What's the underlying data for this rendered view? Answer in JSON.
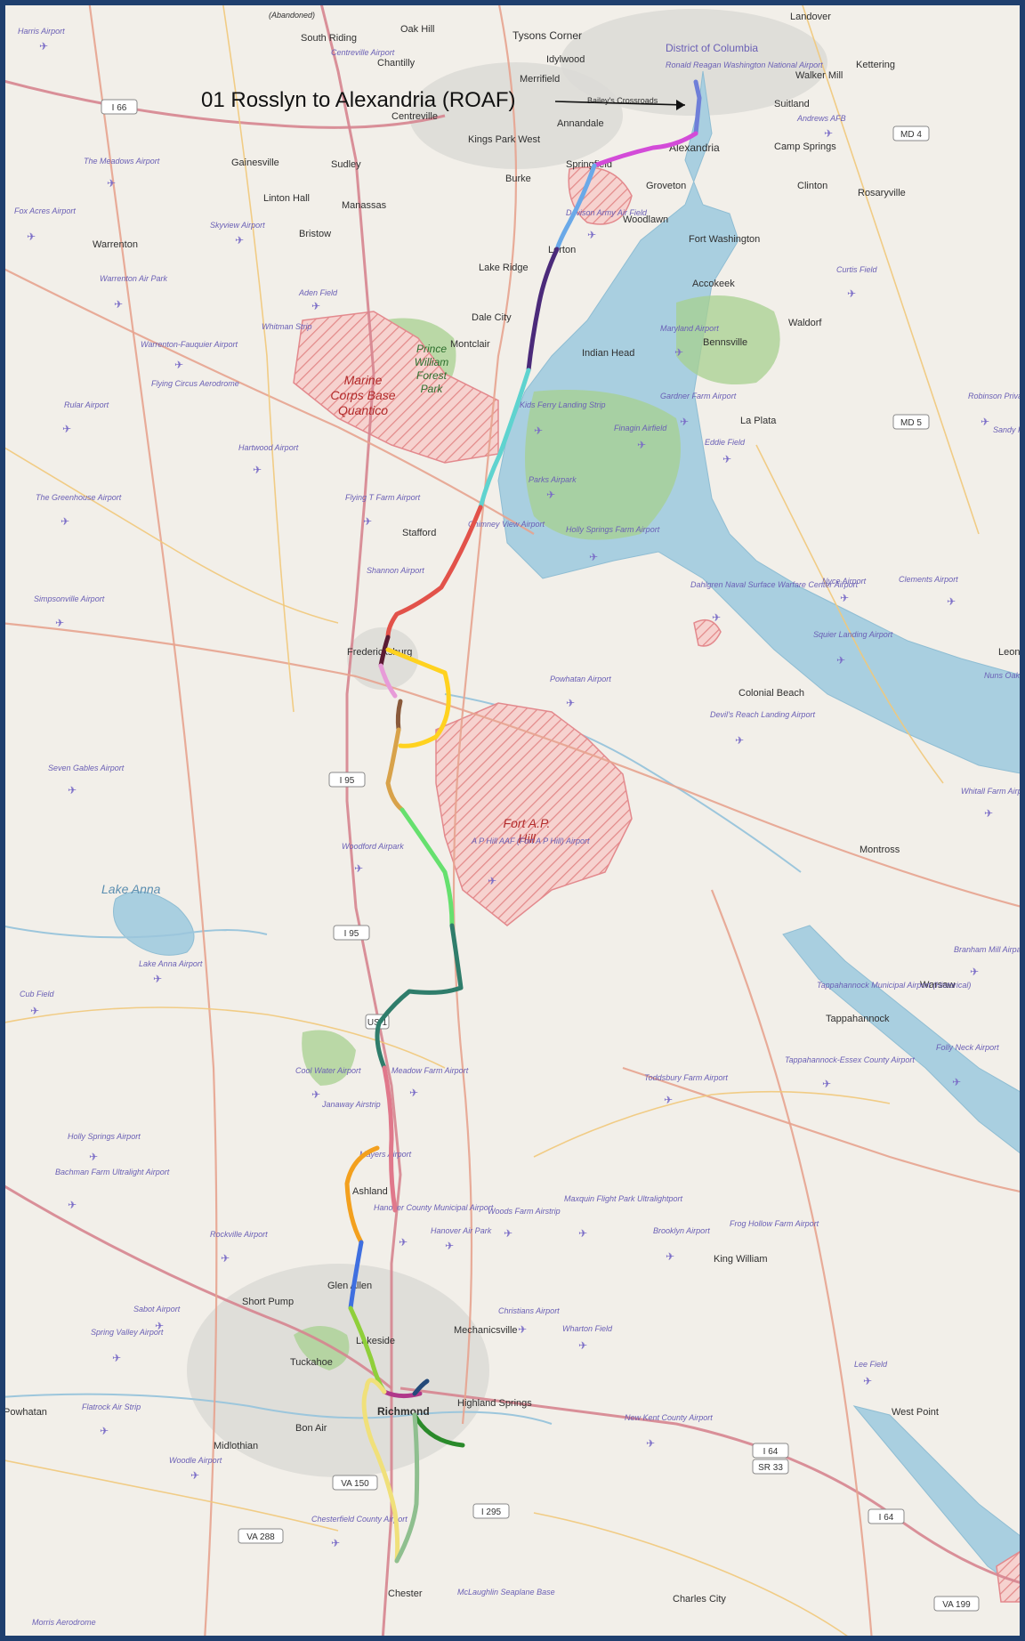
{
  "callout": "01 Rosslyn to Alexandria (ROAF)",
  "colors": {
    "frame": "#1f3f6e",
    "land": "#f2efe9",
    "water": "#a9cfe0",
    "park": "#a7d08f",
    "restricted": "#e3898d",
    "airport": "#7a6cc7"
  },
  "places": [
    {
      "name": "Oak Hill"
    },
    {
      "name": "Tysons Corner"
    },
    {
      "name": "South Riding"
    },
    {
      "name": "Chantilly"
    },
    {
      "name": "Idylwood"
    },
    {
      "name": "Merrifield"
    },
    {
      "name": "District of Columbia"
    },
    {
      "name": "Landover"
    },
    {
      "name": "Walker Mill"
    },
    {
      "name": "Kettering"
    },
    {
      "name": "Suitland"
    },
    {
      "name": "Centreville"
    },
    {
      "name": "Annandale"
    },
    {
      "name": "Kings Park West"
    },
    {
      "name": "Alexandria"
    },
    {
      "name": "Camp Springs"
    },
    {
      "name": "Gainesville"
    },
    {
      "name": "Sudley"
    },
    {
      "name": "Springfield"
    },
    {
      "name": "Burke"
    },
    {
      "name": "Groveton"
    },
    {
      "name": "Clinton"
    },
    {
      "name": "Rosaryville"
    },
    {
      "name": "Linton Hall"
    },
    {
      "name": "Manassas"
    },
    {
      "name": "Woodlawn"
    },
    {
      "name": "Bristow"
    },
    {
      "name": "Warrenton"
    },
    {
      "name": "Lorton"
    },
    {
      "name": "Fort Washington"
    },
    {
      "name": "Lake Ridge"
    },
    {
      "name": "Accokeek"
    },
    {
      "name": "Dale City"
    },
    {
      "name": "Waldorf"
    },
    {
      "name": "Montclair"
    },
    {
      "name": "Indian Head"
    },
    {
      "name": "Bennsville"
    },
    {
      "name": "La Plata"
    },
    {
      "name": "Stafford"
    },
    {
      "name": "Fredericksburg"
    },
    {
      "name": "Colonial Beach"
    },
    {
      "name": "Montross"
    },
    {
      "name": "Warsaw"
    },
    {
      "name": "Tappahannock"
    },
    {
      "name": "Leona"
    },
    {
      "name": "Ashland"
    },
    {
      "name": "Glen Allen"
    },
    {
      "name": "Short Pump"
    },
    {
      "name": "Mechanicsville"
    },
    {
      "name": "King William"
    },
    {
      "name": "Lakeside"
    },
    {
      "name": "Tuckahoe"
    },
    {
      "name": "Highland Springs"
    },
    {
      "name": "Richmond"
    },
    {
      "name": "Bon Air"
    },
    {
      "name": "Midlothian"
    },
    {
      "name": "West Point"
    },
    {
      "name": "Chester"
    },
    {
      "name": "Charles City"
    },
    {
      "name": "Powhatan"
    }
  ],
  "airports": [
    {
      "name": "Harris Airport"
    },
    {
      "name": "Centreville Airport"
    },
    {
      "name": "The Meadows Airport"
    },
    {
      "name": "Fox Acres Airport"
    },
    {
      "name": "Skyview Airport"
    },
    {
      "name": "Warrenton Air Park"
    },
    {
      "name": "Aden Field"
    },
    {
      "name": "Whitman Strip"
    },
    {
      "name": "Warrenton-Fauquier Airport"
    },
    {
      "name": "Flying Circus Aerodrome"
    },
    {
      "name": "Rular Airport"
    },
    {
      "name": "Hartwood Airport"
    },
    {
      "name": "The Greenhouse Airport"
    },
    {
      "name": "Flying T Farm Airport"
    },
    {
      "name": "Shannon Airport"
    },
    {
      "name": "Simpsonville Airport"
    },
    {
      "name": "Seven Gables Airport"
    },
    {
      "name": "Woodford Airpark"
    },
    {
      "name": "Lake Anna Airport"
    },
    {
      "name": "Cub Field"
    },
    {
      "name": "Cool Water Airport"
    },
    {
      "name": "Janaway Airstrip"
    },
    {
      "name": "Meadow Farm Airport"
    },
    {
      "name": "Holly Springs Airport"
    },
    {
      "name": "Bachman Farm Ultralight Airport"
    },
    {
      "name": "Rockville Airport"
    },
    {
      "name": "Sabot Airport"
    },
    {
      "name": "Spring Valley Airport"
    },
    {
      "name": "Flatrock Air Strip"
    },
    {
      "name": "Woodle Airport"
    },
    {
      "name": "Chesterfield County Airport"
    },
    {
      "name": "Hanover County Municipal Airport"
    },
    {
      "name": "Hanover Air Park"
    },
    {
      "name": "Woods Farm Airstrip"
    },
    {
      "name": "Mayers Airport"
    },
    {
      "name": "Christians Airport"
    },
    {
      "name": "Toddsbury Farm Airport"
    },
    {
      "name": "Maxquin Flight Park Ultralightport"
    },
    {
      "name": "Brooklyn Airport"
    },
    {
      "name": "Frog Hollow Farm Airport"
    },
    {
      "name": "Wharton Field"
    },
    {
      "name": "New Kent County Airport"
    },
    {
      "name": "Lee Field"
    },
    {
      "name": "Davison Army Air Field"
    },
    {
      "name": "Maryland Airport"
    },
    {
      "name": "Gardner Farm Airport"
    },
    {
      "name": "Finagin Airfield"
    },
    {
      "name": "Eddie Field"
    },
    {
      "name": "Kids Ferry Landing Strip"
    },
    {
      "name": "Parks Airpark"
    },
    {
      "name": "Holly Springs Farm Airport"
    },
    {
      "name": "Chimney View Airport"
    },
    {
      "name": "Dahlgren Naval Surface Warfare Center Airport"
    },
    {
      "name": "Powhatan Airport"
    },
    {
      "name": "Devil's Reach Landing Airport"
    },
    {
      "name": "Nyce Airport"
    },
    {
      "name": "Squier Landing Airport"
    },
    {
      "name": "Clements Airport"
    },
    {
      "name": "Nuns Oak Airport"
    },
    {
      "name": "Whitall Farm Airport"
    },
    {
      "name": "Robinson Private Airport"
    },
    {
      "name": "Sandy Point Airport"
    },
    {
      "name": "Branham Mill Airpark"
    },
    {
      "name": "Tappahannock Municipal Airport (Historical)"
    },
    {
      "name": "Tappahannock-Essex County Airport"
    },
    {
      "name": "Folly Neck Airport"
    },
    {
      "name": "A P Hill AAF (Fort A P Hill) Airport"
    },
    {
      "name": "Curtis Field"
    },
    {
      "name": "Andrews AFB"
    },
    {
      "name": "Morris Aerodrome"
    },
    {
      "name": "McLaughlin Seaplane Base"
    },
    {
      "name": "Ronald Reagan Washington National Airport"
    }
  ],
  "areas": {
    "quantico": "Marine Corps Base Quantico",
    "ap_hill": "Fort A.P. Hill",
    "prince_william": "Prince William Forest Park",
    "lake_anna": "Lake Anna",
    "bailey": "Bailey's Crossroads",
    "abandoned": "(Abandoned)"
  },
  "shields": {
    "i66": "I 66",
    "i95a": "I 95",
    "i95b": "I 95",
    "i295": "I 295",
    "i64a": "I 64",
    "sr33": "SR 33",
    "i64b": "I 64",
    "md4": "MD 4",
    "md5": "MD 5",
    "va150": "VA 150",
    "va288": "VA 288",
    "va199": "VA 199",
    "us1": "US 1"
  },
  "route_segments": [
    {
      "color": "#6f7fd8"
    },
    {
      "color": "#d34bd8"
    },
    {
      "color": "#6aa9e8"
    },
    {
      "color": "#4b2a7a"
    },
    {
      "color": "#5fd3cf"
    },
    {
      "color": "#e2524a"
    },
    {
      "color": "#5a1a33"
    },
    {
      "color": "#e79bd8"
    },
    {
      "color": "#ffd21f"
    },
    {
      "color": "#8a5a3b"
    },
    {
      "color": "#d8a24a"
    },
    {
      "color": "#66e06e"
    },
    {
      "color": "#2f7d6b"
    },
    {
      "color": "#e0788b"
    },
    {
      "color": "#f3a01e"
    },
    {
      "color": "#3f6fe0"
    },
    {
      "color": "#8fcf3a"
    },
    {
      "color": "#b0388a"
    },
    {
      "color": "#244a7a"
    },
    {
      "color": "#f0e07a"
    },
    {
      "color": "#2a8a2a"
    },
    {
      "color": "#8fbf8f"
    }
  ]
}
